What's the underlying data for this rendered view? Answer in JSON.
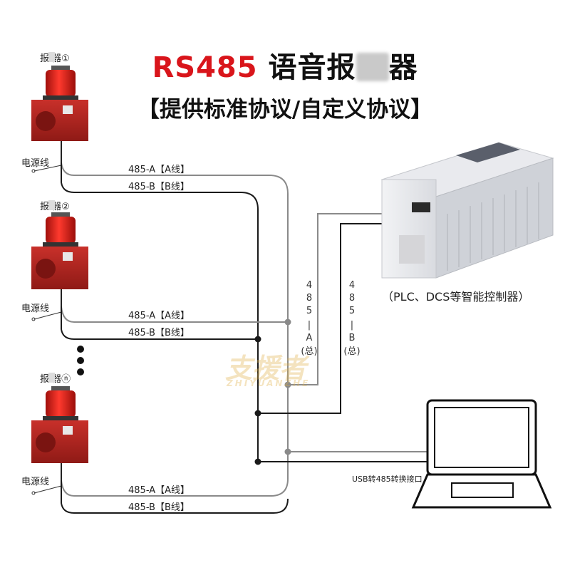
{
  "title": {
    "rs": "RS485",
    "pre": "语音报",
    "post": "器"
  },
  "subtitle": "【提供标准协议/自定义协议】",
  "alarms": [
    {
      "label": "报 器①",
      "power": "电源线",
      "wire_a": "485-A【A线】",
      "wire_b": "485-B【B线】"
    },
    {
      "label": "报 器②",
      "power": "电源线",
      "wire_a": "485-A【A线】",
      "wire_b": "485-B【B线】"
    },
    {
      "label": "报 器ⓝ",
      "power": "电源线",
      "wire_a": "485-A【A线】",
      "wire_b": "485-B【B线】"
    }
  ],
  "bus_a_chars": [
    "4",
    "8",
    "5",
    "|",
    "A",
    "(总)"
  ],
  "bus_b_chars": [
    "4",
    "8",
    "5",
    "|",
    "B",
    "(总)"
  ],
  "plc_label": "（PLC、DCS等智能控制器）",
  "usb_label": "USB转485转换接口",
  "watermark": {
    "cn": "支援者",
    "en": "ZHIYUANZHE"
  },
  "colors": {
    "accent": "#d9151b",
    "wire_gray": "#8a8a8a",
    "wire_black": "#1a1a1a",
    "alarm_red": "#b3201c"
  }
}
